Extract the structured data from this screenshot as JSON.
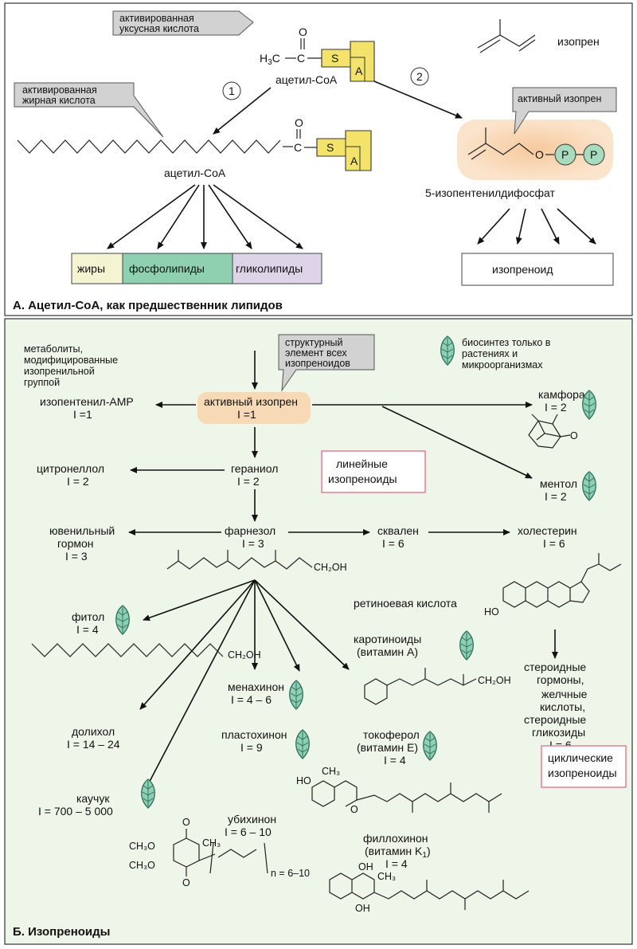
{
  "panel_a": {
    "title": "А. Ацетил-CoA, как предшественник липидов",
    "callout_acetic": [
      "активированная",
      "уксусная кислота"
    ],
    "callout_fatty": [
      "активированная",
      "жирная кислота"
    ],
    "callout_isoprene": "активный изопрен",
    "acetyl_coa_top": "ацетил-CoA",
    "acetyl_coa_chain": "ацетил-CoA",
    "h3c": "H",
    "h3c_sub": "3",
    "h3c_c": "C",
    "carbon": "C",
    "oxygen": "O",
    "oxygen_link": "O",
    "coa_s": "S",
    "coa_a": "A",
    "step1": "1",
    "step2": "2",
    "isoprene": "изопрен",
    "ipp": "5-изопентенилдифосфат",
    "phosphate": "P",
    "products": [
      "жиры",
      "фосфолипиды",
      "гликолипиды"
    ],
    "isoprenoid": "изопреноид",
    "colors": {
      "coa_yellow": "#f4e36a",
      "isoprene_orange": "#f8d2ad",
      "phosphate_green": "#a9dcbf",
      "fats": "#f4f3d2",
      "phospholipids": "#8ed0b0",
      "glycolipids": "#ded4e8"
    }
  },
  "panel_b": {
    "title": "Б. Изопреноиды",
    "callout_structural": [
      "структурный",
      "элемент всех",
      "изопреноидов"
    ],
    "metabolites_note": [
      "метаболиты,",
      "модифицированные",
      "изопренильной",
      "группой"
    ],
    "plants_note": [
      "биосинтез только в",
      "растениях и",
      "микроорганизмах"
    ],
    "linear_label": [
      "линейные",
      "изопреноиды"
    ],
    "cyclic_label": [
      "циклические",
      "изопреноиды"
    ],
    "retinoic": "ретиноевая кислота",
    "ch2oh": "CH₂OH",
    "isopentenyl_amp": [
      "изопентенил-АМР",
      "I =1"
    ],
    "active_isoprene": [
      "активный изопрен",
      "I =1"
    ],
    "camphor": [
      "камфора",
      "I = 2"
    ],
    "camphor_o": "O",
    "citronellol": [
      "цитронеллол",
      "I = 2"
    ],
    "geraniol": [
      "гераниол",
      "I = 2"
    ],
    "menthol": [
      "ментол",
      "I = 2"
    ],
    "juvenile": [
      "ювенильный",
      "гормон",
      "I = 3"
    ],
    "farnesol": [
      "фарнезол",
      "I = 3"
    ],
    "squalene": [
      "сквален",
      "I = 6"
    ],
    "cholesterol": [
      "холестерин",
      "I = 6"
    ],
    "cholesterol_ho": "HO",
    "phytol": [
      "фитол",
      "I = 4"
    ],
    "carotenoids": [
      "каротиноиды",
      "(витамин А)"
    ],
    "steroids": [
      "стероидные",
      "гормоны,",
      "желчные",
      "кислоты,",
      "стероидные",
      "гликозиды",
      "I = 6"
    ],
    "menaquinone": [
      "менахинон",
      "I = 4 – 6"
    ],
    "dolichol": [
      "долихол",
      "I = 14 – 24"
    ],
    "plastoquinone": [
      "пластохинон",
      "I = 9"
    ],
    "tocopherol": [
      "токоферол",
      "(витамин Е)",
      "I = 4"
    ],
    "tocopherol_atoms": {
      "ho": "HO",
      "ch3": "CH₃",
      "o": "O"
    },
    "rubber": [
      "каучук",
      "I = 700 – 5 000"
    ],
    "ubiquinone": [
      "убихинон",
      "I = 6 – 10"
    ],
    "ubiquinone_atoms": {
      "och3": "CH₃O",
      "ch3": "CH₃",
      "o": "O",
      "n": "n = 6–10"
    },
    "phylloquinone": [
      "филлохинон",
      "(витамин K",
      "1",
      ")",
      "I = 4"
    ],
    "phylloquinone_atoms": {
      "oh": "OH",
      "ch3": "CH₃"
    },
    "colors": {
      "active_isoprene_glow": "#f7d9b5",
      "leaf_fill": "#8fcfb5",
      "leaf_stroke": "#2b6e58",
      "box_pink": "#e0627e"
    }
  }
}
